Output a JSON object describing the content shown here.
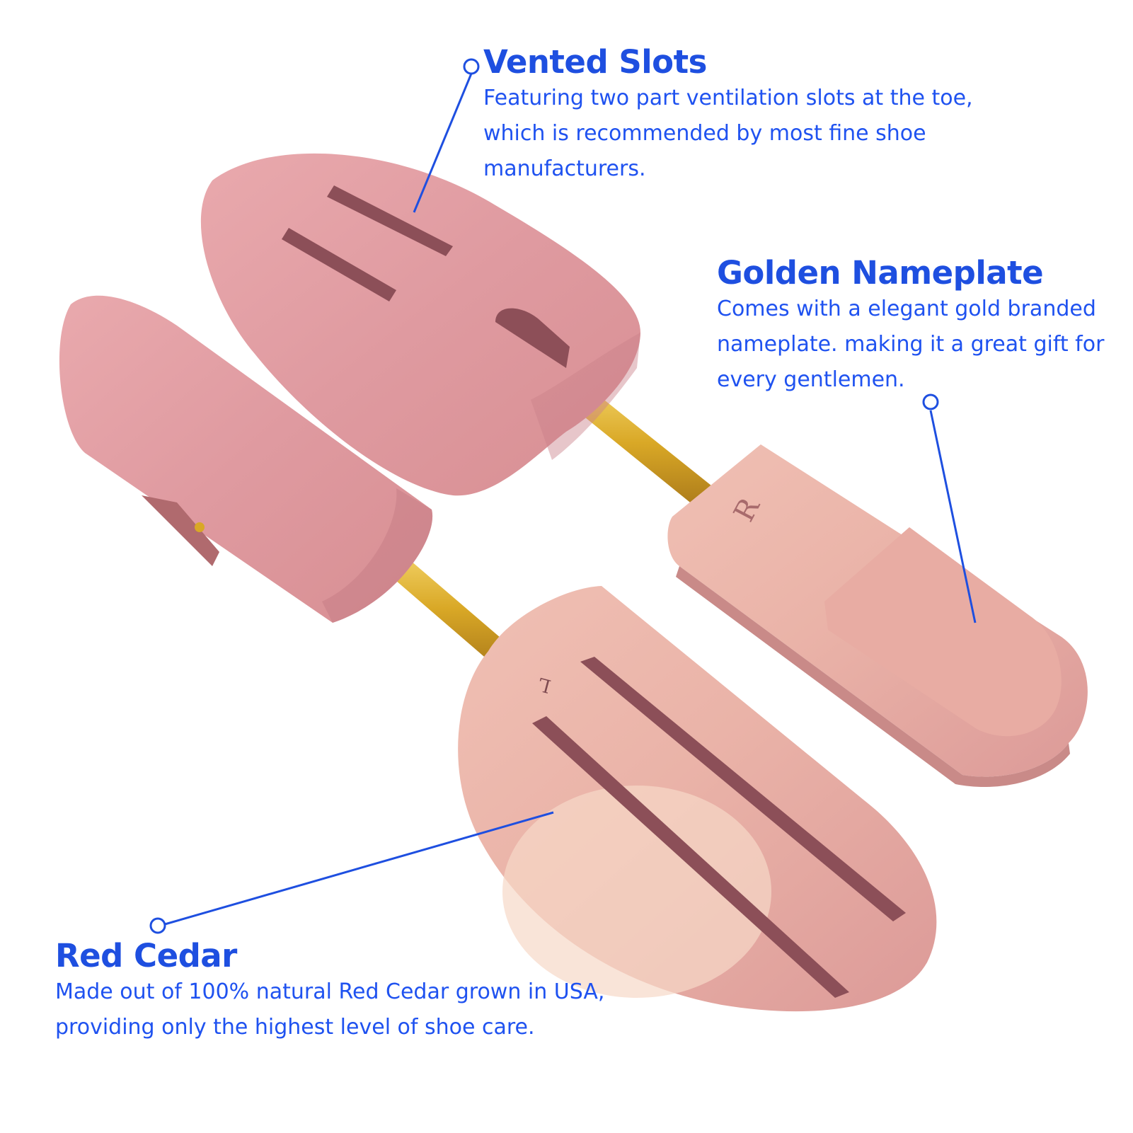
{
  "colors": {
    "accent": "#1e4fe0",
    "body_text": "#1f52f0",
    "wood": "#e2a0a4",
    "brass": "#d9a826"
  },
  "callouts": {
    "vented_slots": {
      "title": "Vented Slots",
      "body": "Featuring two part ventilation slots at the toe, which is recommended by most fine shoe manufacturers."
    },
    "golden_nameplate": {
      "title": "Golden Nameplate",
      "body": "Comes with a elegant gold branded nameplate. making it a great gift for every gentlemen."
    },
    "red_cedar": {
      "title": "Red Cedar",
      "body": "Made out of 100% natural Red Cedar grown in USA, providing only the highest level of shoe care."
    }
  },
  "engravings": {
    "right_heel": "R",
    "left_toe": "L"
  }
}
